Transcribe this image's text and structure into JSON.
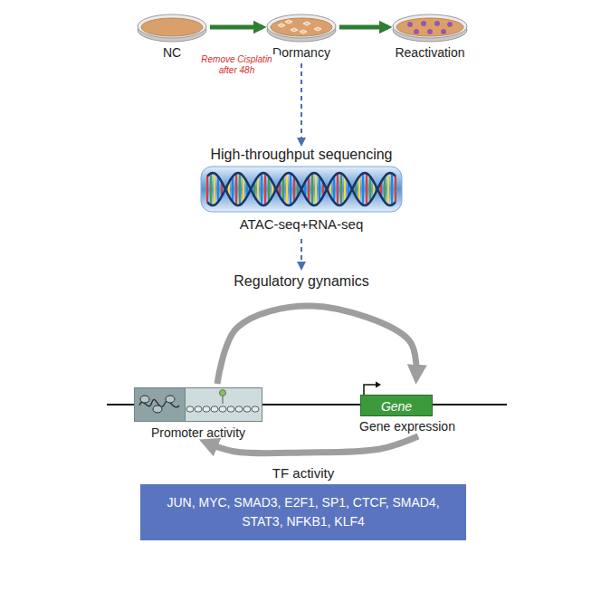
{
  "diagram": {
    "nodes": [
      {
        "text": [
          "NC"
        ]
      },
      {
        "text": [
          "Dormancy"
        ]
      },
      {
        "text": [
          "Reactivation"
        ]
      },
      {
        "text": [
          "High-throughput sequencing",
          "ATAC-seq+RNA-seq"
        ]
      },
      {
        "text": [
          "Promoter activity"
        ]
      },
      {
        "text": [
          "Gene",
          "Gene expression"
        ]
      },
      {
        "text": [
          "TF activity",
          "JUN, MYC, SMAD3, E2F1, SP1, CTCF, SMAD4, STAT3, NFKB1, KLF4"
        ]
      }
    ],
    "edges": [
      {
        "from": 0,
        "to": 1,
        "arrow": "to",
        "label": "Remove Cisplatin after 48h"
      },
      {
        "from": 1,
        "to": 2,
        "arrow": "to"
      },
      {
        "from": 1,
        "to": 3,
        "arrow": "to"
      },
      {
        "from": 4,
        "to": 5,
        "arrow": "to"
      },
      {
        "from": 5,
        "to": 4,
        "arrow": "to"
      }
    ],
    "labels": [
      "Regulatory gynamics"
    ]
  }
}
